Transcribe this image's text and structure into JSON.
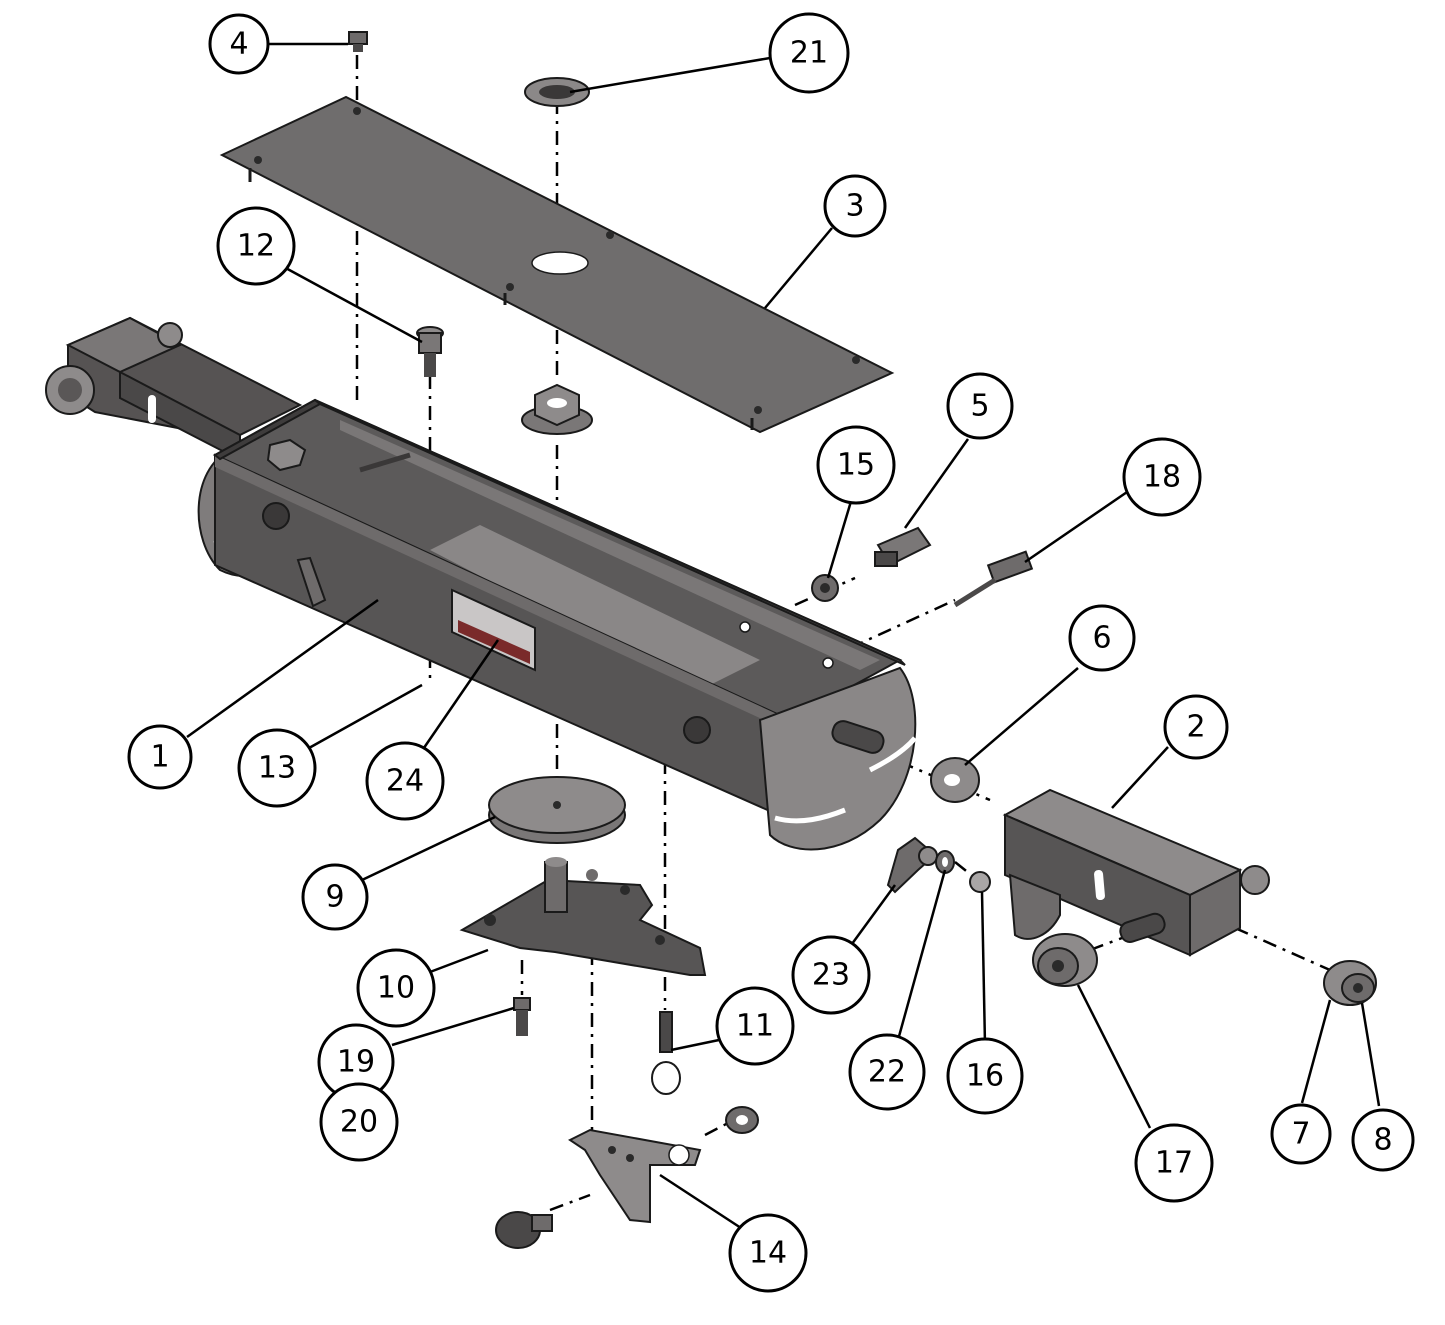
{
  "callouts": [
    {
      "id": "c1",
      "label": "1"
    },
    {
      "id": "c2",
      "label": "2"
    },
    {
      "id": "c3",
      "label": "3"
    },
    {
      "id": "c4",
      "label": "4"
    },
    {
      "id": "c5",
      "label": "5"
    },
    {
      "id": "c6",
      "label": "6"
    },
    {
      "id": "c7",
      "label": "7"
    },
    {
      "id": "c8",
      "label": "8"
    },
    {
      "id": "c9",
      "label": "9"
    },
    {
      "id": "c10",
      "label": "10"
    },
    {
      "id": "c11",
      "label": "11"
    },
    {
      "id": "c12",
      "label": "12"
    },
    {
      "id": "c13",
      "label": "13"
    },
    {
      "id": "c14",
      "label": "14"
    },
    {
      "id": "c15",
      "label": "15"
    },
    {
      "id": "c16",
      "label": "16"
    },
    {
      "id": "c17",
      "label": "17"
    },
    {
      "id": "c18",
      "label": "18"
    },
    {
      "id": "c19",
      "label": "19"
    },
    {
      "id": "c20",
      "label": "20"
    },
    {
      "id": "c21",
      "label": "21"
    },
    {
      "id": "c22",
      "label": "22"
    },
    {
      "id": "c23",
      "label": "23"
    },
    {
      "id": "c24",
      "label": "24"
    }
  ],
  "colors": {
    "part_dark": "#4a4848",
    "part_mid": "#6e6b6b",
    "part_light": "#8e8b8b",
    "line": "#000000",
    "background": "#ffffff"
  }
}
